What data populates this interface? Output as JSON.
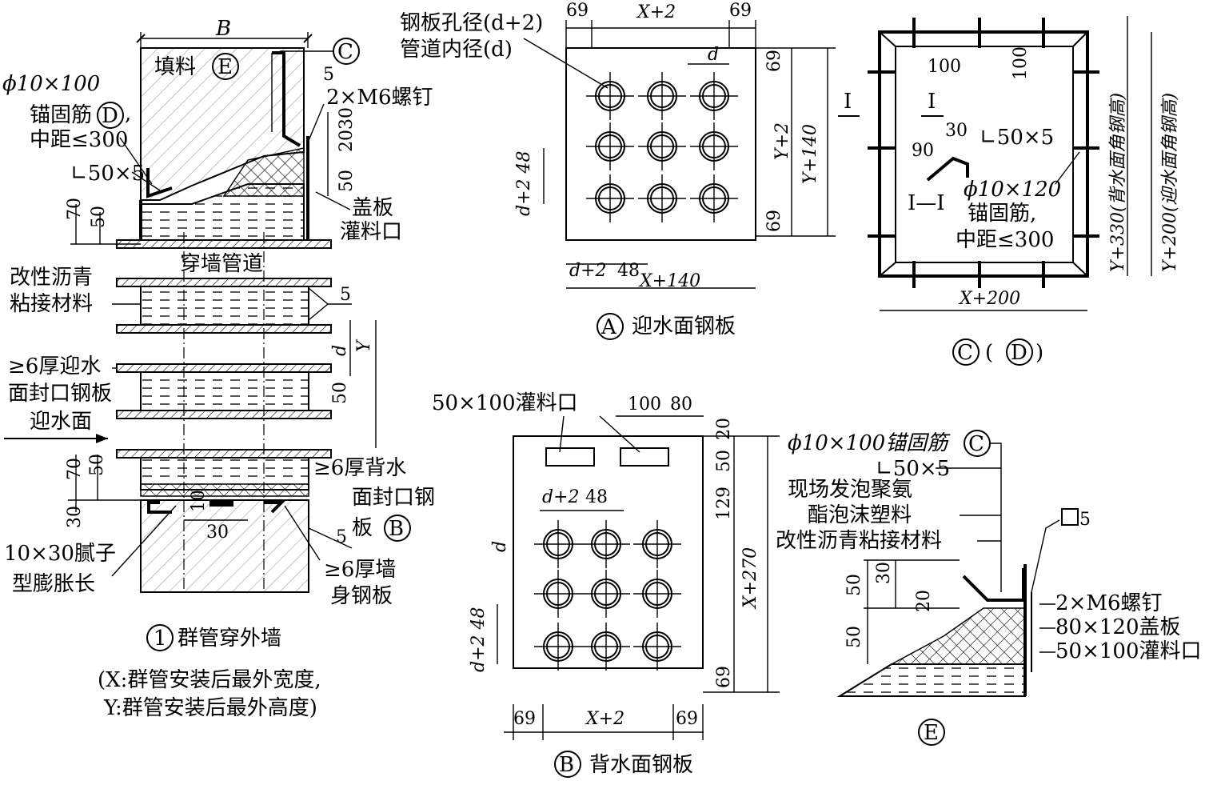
{
  "wall_section": {
    "label_B": "B",
    "fill_label": "填料",
    "circle_E": "E",
    "circle_C": "C",
    "circle_D": "D",
    "dim_5_top": "5",
    "anchor_line1": "ϕ10×100",
    "anchor_line2": "锚固筋",
    "anchor_line3": "中距≤300",
    "screw": "2×M6螺钉",
    "dim_2030": "2030",
    "dim_50_side": "50",
    "angle": "∟50×5",
    "cover": "盖板",
    "grout_port": "灌料口",
    "dim_70_top": "70",
    "dim_50_top": "50",
    "pipe_label": "穿墙管道",
    "asphalt_line1": "改性沥青",
    "asphalt_line2": "粘接材料",
    "dim_5_mid": "5",
    "dim_d": "d",
    "dim_Y": "Y",
    "front_plate_line1": "≥6厚迎水",
    "front_plate_line2": "面封口钢板",
    "dim_50_mid": "50",
    "water_face": "迎水面",
    "back_plate_line1": "≥6厚背水",
    "back_plate_line2": "面封口钢",
    "back_plate_line3": "板",
    "circle_B": "B",
    "dim_70_bot": "70",
    "dim_50_bot": "50",
    "dim_30_left": "30",
    "dim_30_bot": "30",
    "dim_10": "10",
    "dim_5_bot": "5",
    "putty_line1": "10×30腻子",
    "putty_line2": "型膨胀长",
    "wall_plate_line1": "≥6厚墙",
    "wall_plate_line2": "身钢板",
    "caption_num": "1",
    "caption": "群管穿外墙",
    "note_line1": "(X:群管安装后最外宽度,",
    "note_line2": "Y:群管安装后最外高度)"
  },
  "panel_A": {
    "hole_label": "钢板孔径(d+2)",
    "pipe_label": "管道内径(d)",
    "dim_69_left": "69",
    "dim_X2": "X+2",
    "dim_69_right": "69",
    "dim_d": "d",
    "dim_69_top": "69",
    "dim_Y2": "Y+2",
    "dim_Y140": "Y+140",
    "dim_69_bot": "69",
    "dim_d248": "d+2 48",
    "dim_d2": "d+2",
    "dim_48": "48",
    "dim_X140": "X+140",
    "circle": "A",
    "caption": "迎水面钢板"
  },
  "panel_C": {
    "dim_100_left": "100",
    "dim_100_right": "100",
    "section_mark_left": "I",
    "section_mark_inner": "I",
    "dim_30": "30",
    "dim_90": "90",
    "angle": "∟50×5",
    "section_label": "I—I",
    "anchor_line1": "ϕ10×120",
    "anchor_line2": "锚固筋,",
    "anchor_line3": "中距≤300",
    "dim_Y330": "Y+330(背水面角钢高)",
    "dim_Y200": "Y+200(迎水面角钢高)",
    "dim_X200": "X+200",
    "circle_C": "C",
    "circle_D": "D"
  },
  "panel_B": {
    "grout_label": "50×100灌料口",
    "dim_100": "100",
    "dim_80": "80",
    "dim_20": "20",
    "dim_50": "50",
    "dim_129": "129",
    "dim_X270": "X+270",
    "dim_d2": "d+2",
    "dim_48": "48",
    "dim_d": "d",
    "dim_d248": "d+2 48",
    "dim_69_right": "69",
    "dim_69_bl": "69",
    "dim_X2": "X+2",
    "dim_69_br": "69",
    "circle": "B",
    "caption": "背水面钢板"
  },
  "panel_E": {
    "anchor": "ϕ10×100锚固筋",
    "circle_C": "C",
    "angle": "∟50×5",
    "foam_line1": "现场发泡聚氨",
    "foam_line2": "酯泡沫塑料",
    "asphalt": "改性沥青粘接材料",
    "weld": "5",
    "dim_50_top": "50",
    "dim_30": "30",
    "dim_20": "20",
    "dim_50_bot": "50",
    "screw": "2×M6螺钉",
    "cover": "80×120盖板",
    "grout_port": "50×100灌料口",
    "circle": "E"
  }
}
